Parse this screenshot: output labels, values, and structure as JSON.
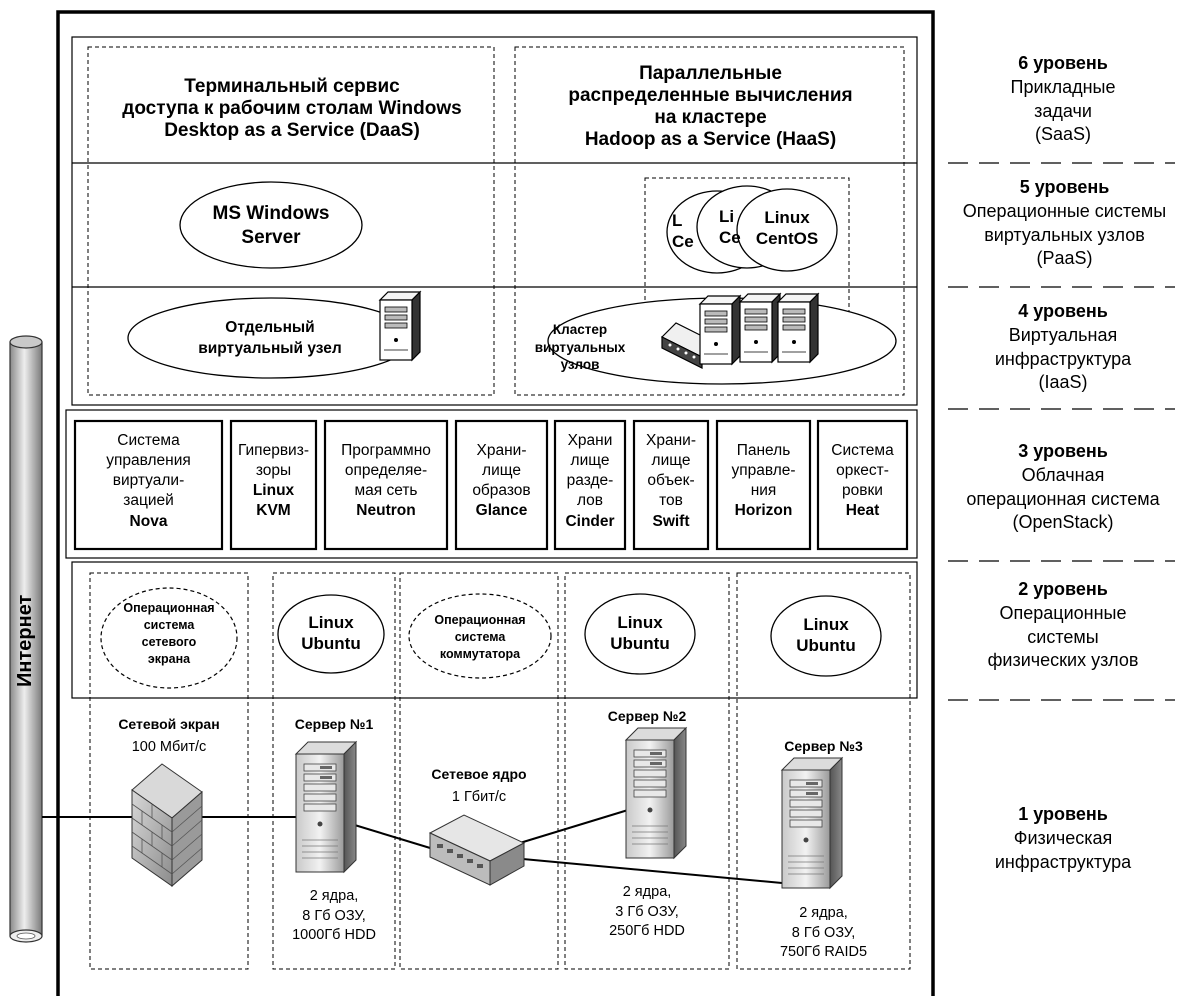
{
  "internet_label": "Интернет",
  "layer6": {
    "daas": {
      "line1": "Терминальный сервис",
      "line2": "доступа к рабочим столам Windows",
      "line3": "Desktop as a Service (DaaS)"
    },
    "haas": {
      "line1": "Параллельные",
      "line2": "распределенные вычисления",
      "line3": "на кластере",
      "line4": "Hadoop as a Service (HaaS)"
    }
  },
  "layer5": {
    "windows": {
      "line1": "MS Windows",
      "line2": "Server"
    },
    "linux_back1": {
      "line1": "L",
      "line2": "Ce"
    },
    "linux_back2": {
      "line1": "Li",
      "line2": "Ce"
    },
    "linux_front": {
      "line1": "Linux",
      "line2": "CentOS"
    }
  },
  "layer4": {
    "single_node": {
      "line1": "Отдельный",
      "line2": "виртуальный узел"
    },
    "cluster": {
      "line1": "Кластер",
      "line2": "виртуальных",
      "line3": "узлов"
    }
  },
  "layer3": {
    "services": [
      {
        "l1": "Система",
        "l2": "управления",
        "l3": "виртуали-",
        "l4": "зацией",
        "name": "Nova"
      },
      {
        "l1": "Гипервиз-",
        "l2": "зоры",
        "l3": "",
        "l4": "Linux",
        "name": "KVM"
      },
      {
        "l1": "Программно",
        "l2": "определяе-",
        "l3": "мая сеть",
        "l4": "",
        "name": "Neutron"
      },
      {
        "l1": "Храни-",
        "l2": "лище",
        "l3": "образов",
        "l4": "",
        "name": "Glance"
      },
      {
        "l1": "Храни",
        "l2": "лище",
        "l3": "разде-",
        "l4": "лов",
        "name": "Cinder"
      },
      {
        "l1": "Храни-",
        "l2": "лище",
        "l3": "объек-",
        "l4": "тов",
        "name": "Swift"
      },
      {
        "l1": "Панель",
        "l2": "управле-",
        "l3": "ния",
        "l4": "",
        "name": "Horizon"
      },
      {
        "l1": "Система",
        "l2": "оркест-",
        "l3": "ровки",
        "l4": "",
        "name": "Heat"
      }
    ]
  },
  "layer2": {
    "firewall_os": {
      "line1": "Операционная",
      "line2": "система",
      "line3": "сетевого",
      "line4": "экрана"
    },
    "ubuntu1": {
      "line1": "Linux",
      "line2": "Ubuntu"
    },
    "switch_os": {
      "line1": "Операционная",
      "line2": "система",
      "line3": "коммутатора"
    },
    "ubuntu2": {
      "line1": "Linux",
      "line2": "Ubuntu"
    },
    "ubuntu3": {
      "line1": "Linux",
      "line2": "Ubuntu"
    }
  },
  "layer1": {
    "firewall": {
      "name": "Сетевой экран",
      "speed": "100 Мбит/с"
    },
    "server1": {
      "name": "Сервер №1",
      "spec1": "2 ядра,",
      "spec2": "8 Гб ОЗУ,",
      "spec3": "1000Гб HDD"
    },
    "core": {
      "name": "Сетевое ядро",
      "speed": "1 Гбит/с"
    },
    "server2": {
      "name": "Сервер №2",
      "spec1": "2 ядра,",
      "spec2": "3 Гб ОЗУ,",
      "spec3": "250Гб HDD"
    },
    "server3": {
      "name": "Сервер №3",
      "spec1": "2 ядра,",
      "spec2": "8 Гб ОЗУ,",
      "spec3": "750Гб RAID5"
    }
  },
  "levels": [
    {
      "title": "6 уровень",
      "l1": "Прикладные",
      "l2": "задачи",
      "l3": "(SaaS)",
      "l4": ""
    },
    {
      "title": "5 уровень",
      "l1": "Операционные системы",
      "l2": "виртуальных узлов",
      "l3": "(PaaS)",
      "l4": ""
    },
    {
      "title": "4 уровень",
      "l1": "Виртуальная",
      "l2": "инфраструктура",
      "l3": "(IaaS)",
      "l4": ""
    },
    {
      "title": "3 уровень",
      "l1": "Облачная",
      "l2": "операционная система",
      "l3": "(OpenStack)",
      "l4": ""
    },
    {
      "title": "2 уровень",
      "l1": "Операционные",
      "l2": "системы",
      "l3": "физических узлов",
      "l4": ""
    },
    {
      "title": "1 уровень",
      "l1": "Физическая",
      "l2": "инфраструктура",
      "l3": "",
      "l4": ""
    }
  ]
}
